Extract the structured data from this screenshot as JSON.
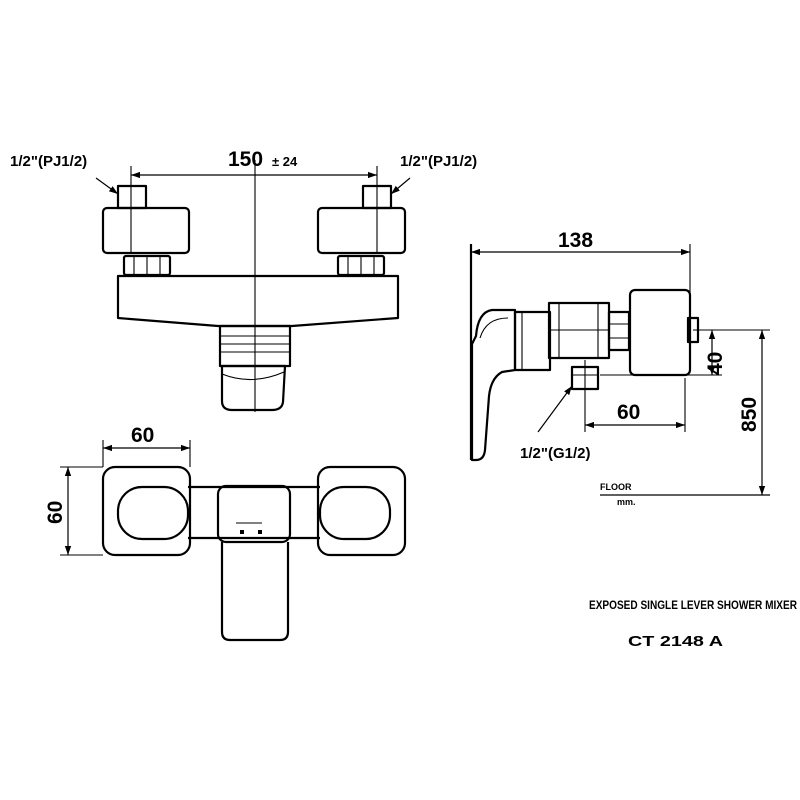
{
  "drawing": {
    "front_view": {
      "inlet_label_left": "1/2\"(PJ1/2)",
      "inlet_label_right": "1/2\"(PJ1/2)",
      "inlet_spacing": "150",
      "inlet_spacing_tolerance": "± 24"
    },
    "plan_view": {
      "cap_width": "60",
      "cap_height": "60"
    },
    "side_view": {
      "depth": "138",
      "inlet_height": "40",
      "height_from_floor": "850",
      "outlet_offset": "60",
      "outlet_label": "1/2\"(G1/2)",
      "floor_label": "FLOOR",
      "unit_label": "mm."
    },
    "title": {
      "product_name": "EXPOSED SINGLE LEVER SHOWER MIXER",
      "model": "CT 2148 A"
    }
  },
  "colors": {
    "line": "#000000",
    "background": "#ffffff"
  }
}
